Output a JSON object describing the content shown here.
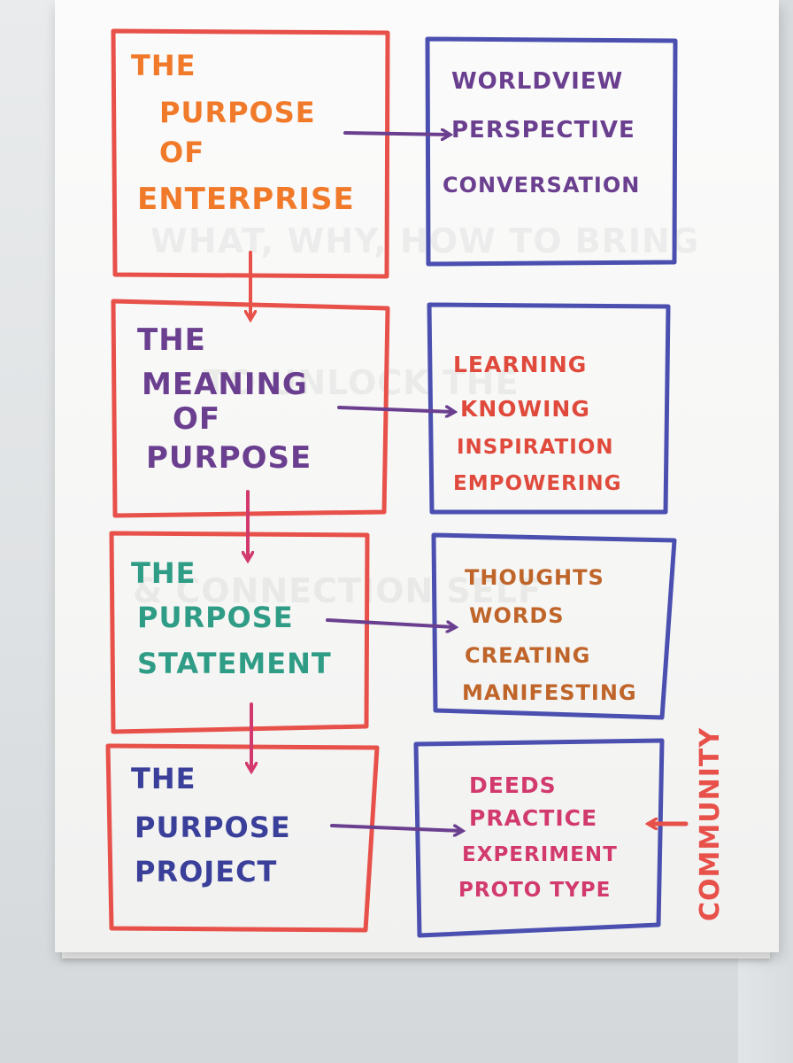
{
  "colors": {
    "box_left": "#e8504a",
    "box_right": "#4a4fb0",
    "arrow": "#6b3f8f",
    "orange": "#f07a2a",
    "purple": "#6b3f8f",
    "teal": "#2f9c86",
    "navy": "#3a3f9a",
    "red": "#e04a3c",
    "brown": "#c0652a",
    "magenta": "#d23a6e"
  },
  "rows": [
    {
      "left": [
        "THE",
        "PURPOSE",
        "OF",
        "ENTERPRISE"
      ],
      "right": [
        "WORLDVIEW",
        "PERSPECTIVE",
        "CONVERSATION"
      ]
    },
    {
      "left": [
        "THE",
        "MEANING",
        "OF",
        "PURPOSE"
      ],
      "right": [
        "LEARNING",
        "KNOWING",
        "INSPIRATION",
        "EMPOWERING"
      ]
    },
    {
      "left": [
        "THE",
        "PURPOSE",
        "STATEMENT"
      ],
      "right": [
        "THOUGHTS",
        "WORDS",
        "CREATING",
        "MANIFESTING"
      ]
    },
    {
      "left": [
        "THE",
        "PURPOSE",
        "PROJECT"
      ],
      "right": [
        "DEEDS",
        "PRACTICE",
        "EXPERIMENT",
        "PROTO TYPE"
      ]
    }
  ],
  "side_label": "COMMUNITY"
}
